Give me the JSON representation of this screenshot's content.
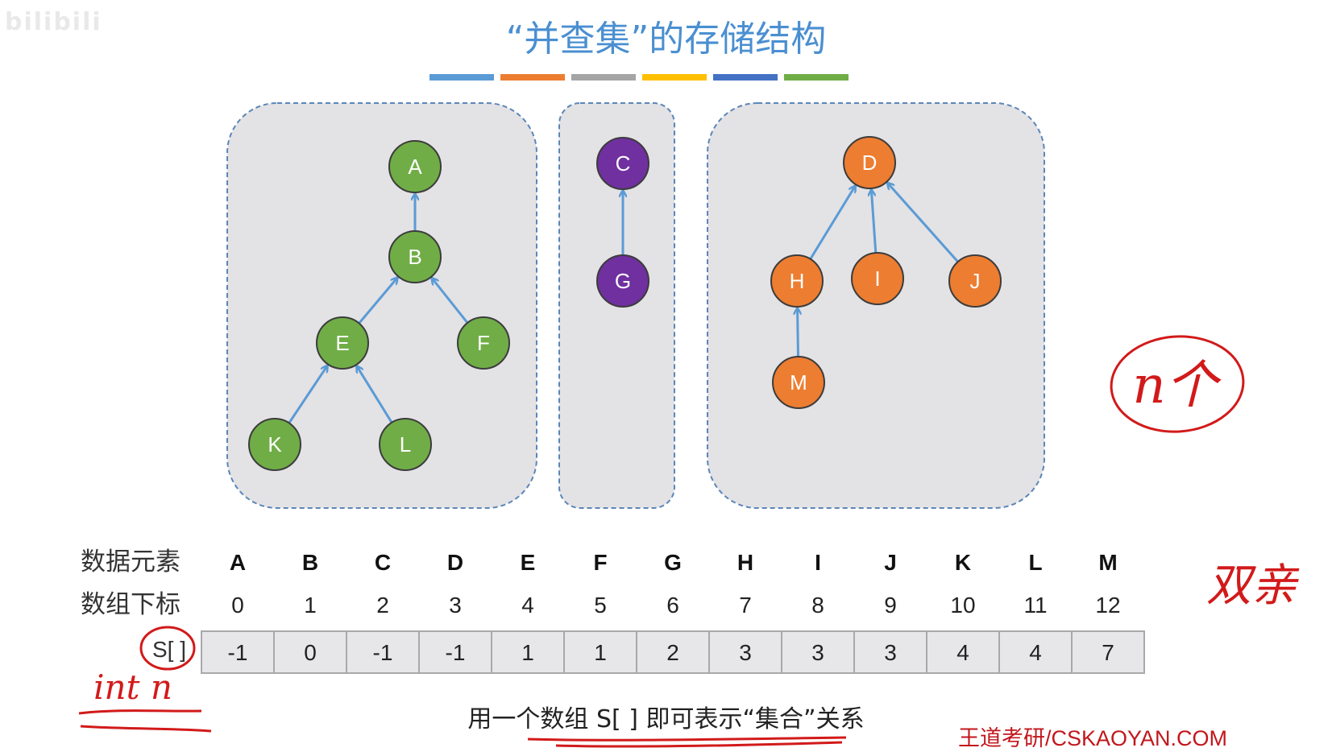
{
  "watermark": "bilibili",
  "title": "“并查集”的存储结构",
  "color_bar": [
    "#5b9bd5",
    "#ed7d31",
    "#a5a5a5",
    "#ffc000",
    "#4472c4",
    "#70ad47"
  ],
  "node_colors": {
    "green": "#70ad47",
    "purple": "#7030a0",
    "orange": "#ed7d31",
    "edge": "#5b9bd5"
  },
  "sets": [
    {
      "color": "green",
      "nodes": [
        "A",
        "B",
        "E",
        "F",
        "K",
        "L"
      ],
      "edges": [
        [
          "B",
          "A"
        ],
        [
          "E",
          "B"
        ],
        [
          "F",
          "B"
        ],
        [
          "K",
          "E"
        ],
        [
          "L",
          "E"
        ]
      ]
    },
    {
      "color": "purple",
      "nodes": [
        "C",
        "G"
      ],
      "edges": [
        [
          "G",
          "C"
        ]
      ]
    },
    {
      "color": "orange",
      "nodes": [
        "D",
        "H",
        "I",
        "J",
        "M"
      ],
      "edges": [
        [
          "H",
          "D"
        ],
        [
          "I",
          "D"
        ],
        [
          "J",
          "D"
        ],
        [
          "M",
          "H"
        ]
      ]
    }
  ],
  "table": {
    "row_labels": [
      "数据元素",
      "数组下标",
      "S[ ]"
    ],
    "elements": [
      "A",
      "B",
      "C",
      "D",
      "E",
      "F",
      "G",
      "H",
      "I",
      "J",
      "K",
      "L",
      "M"
    ],
    "indices": [
      "0",
      "1",
      "2",
      "3",
      "4",
      "5",
      "6",
      "7",
      "8",
      "9",
      "10",
      "11",
      "12"
    ],
    "parents": [
      "-1",
      "0",
      "-1",
      "-1",
      "1",
      "1",
      "2",
      "3",
      "3",
      "3",
      "4",
      "4",
      "7"
    ]
  },
  "caption": "用一个数组 S[ ] 即可表示“集合”关系",
  "footer": "王道考研/CSKAOYAN.COM",
  "annotations": {
    "n_ge": "n个",
    "shuang_qin": "双亲",
    "int_n": "int n"
  }
}
